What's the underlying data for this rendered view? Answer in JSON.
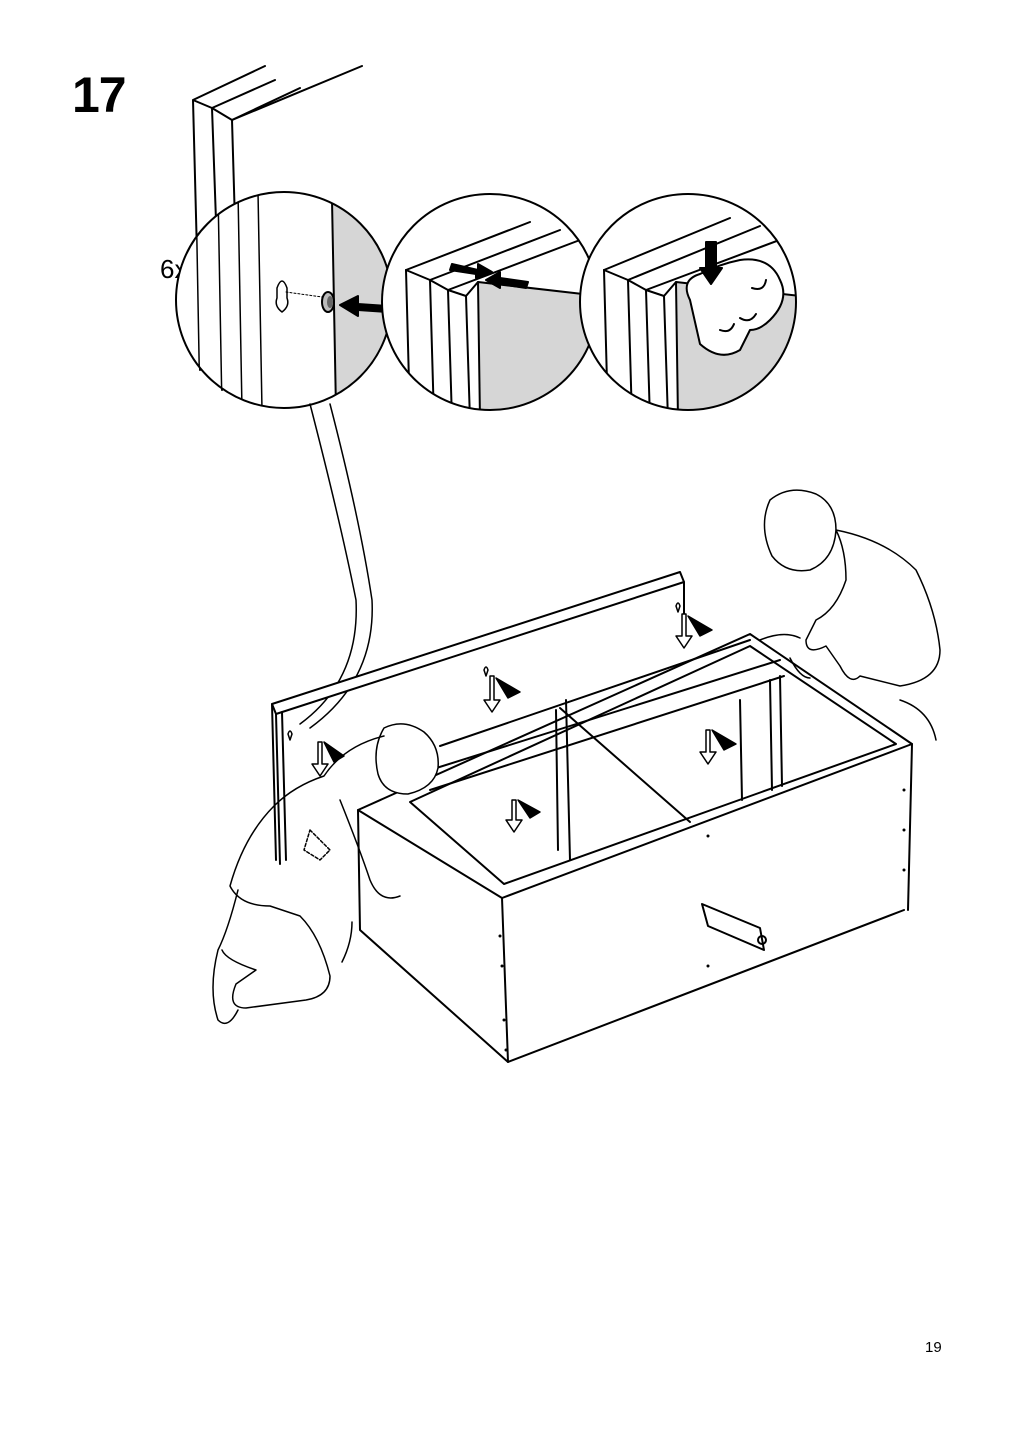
{
  "step": {
    "number": "17",
    "quantity_label": "6x"
  },
  "page": {
    "number": "19"
  },
  "illustration": {
    "detail_circles": [
      "insert-dowel-into-keyhole",
      "align-panel-edges",
      "press-panel-down"
    ],
    "main_scene": "two-people-fitting-back-panel-onto-cabinet-frame"
  }
}
